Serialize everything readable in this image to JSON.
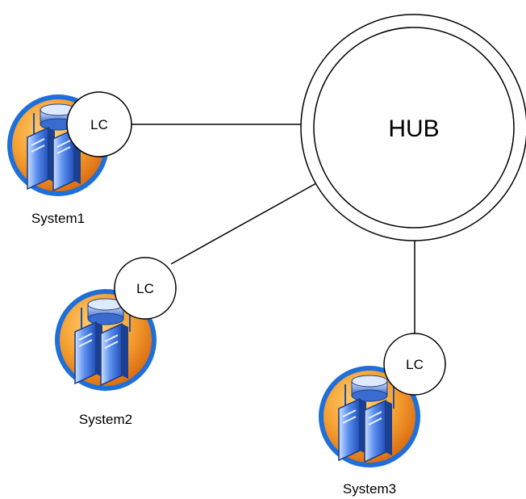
{
  "hub": {
    "label": "HUB"
  },
  "connectors": [
    {
      "label": "LC"
    },
    {
      "label": "LC"
    },
    {
      "label": "LC"
    }
  ],
  "systems": [
    {
      "label": "System1",
      "icon": "server-icon"
    },
    {
      "label": "System2",
      "icon": "server-icon"
    },
    {
      "label": "System3",
      "icon": "server-icon"
    }
  ],
  "colors": {
    "line": "#000000",
    "icon_ring": "#1f6fd8",
    "icon_orange": "#f08a1c",
    "icon_server": "#3f78e0"
  }
}
